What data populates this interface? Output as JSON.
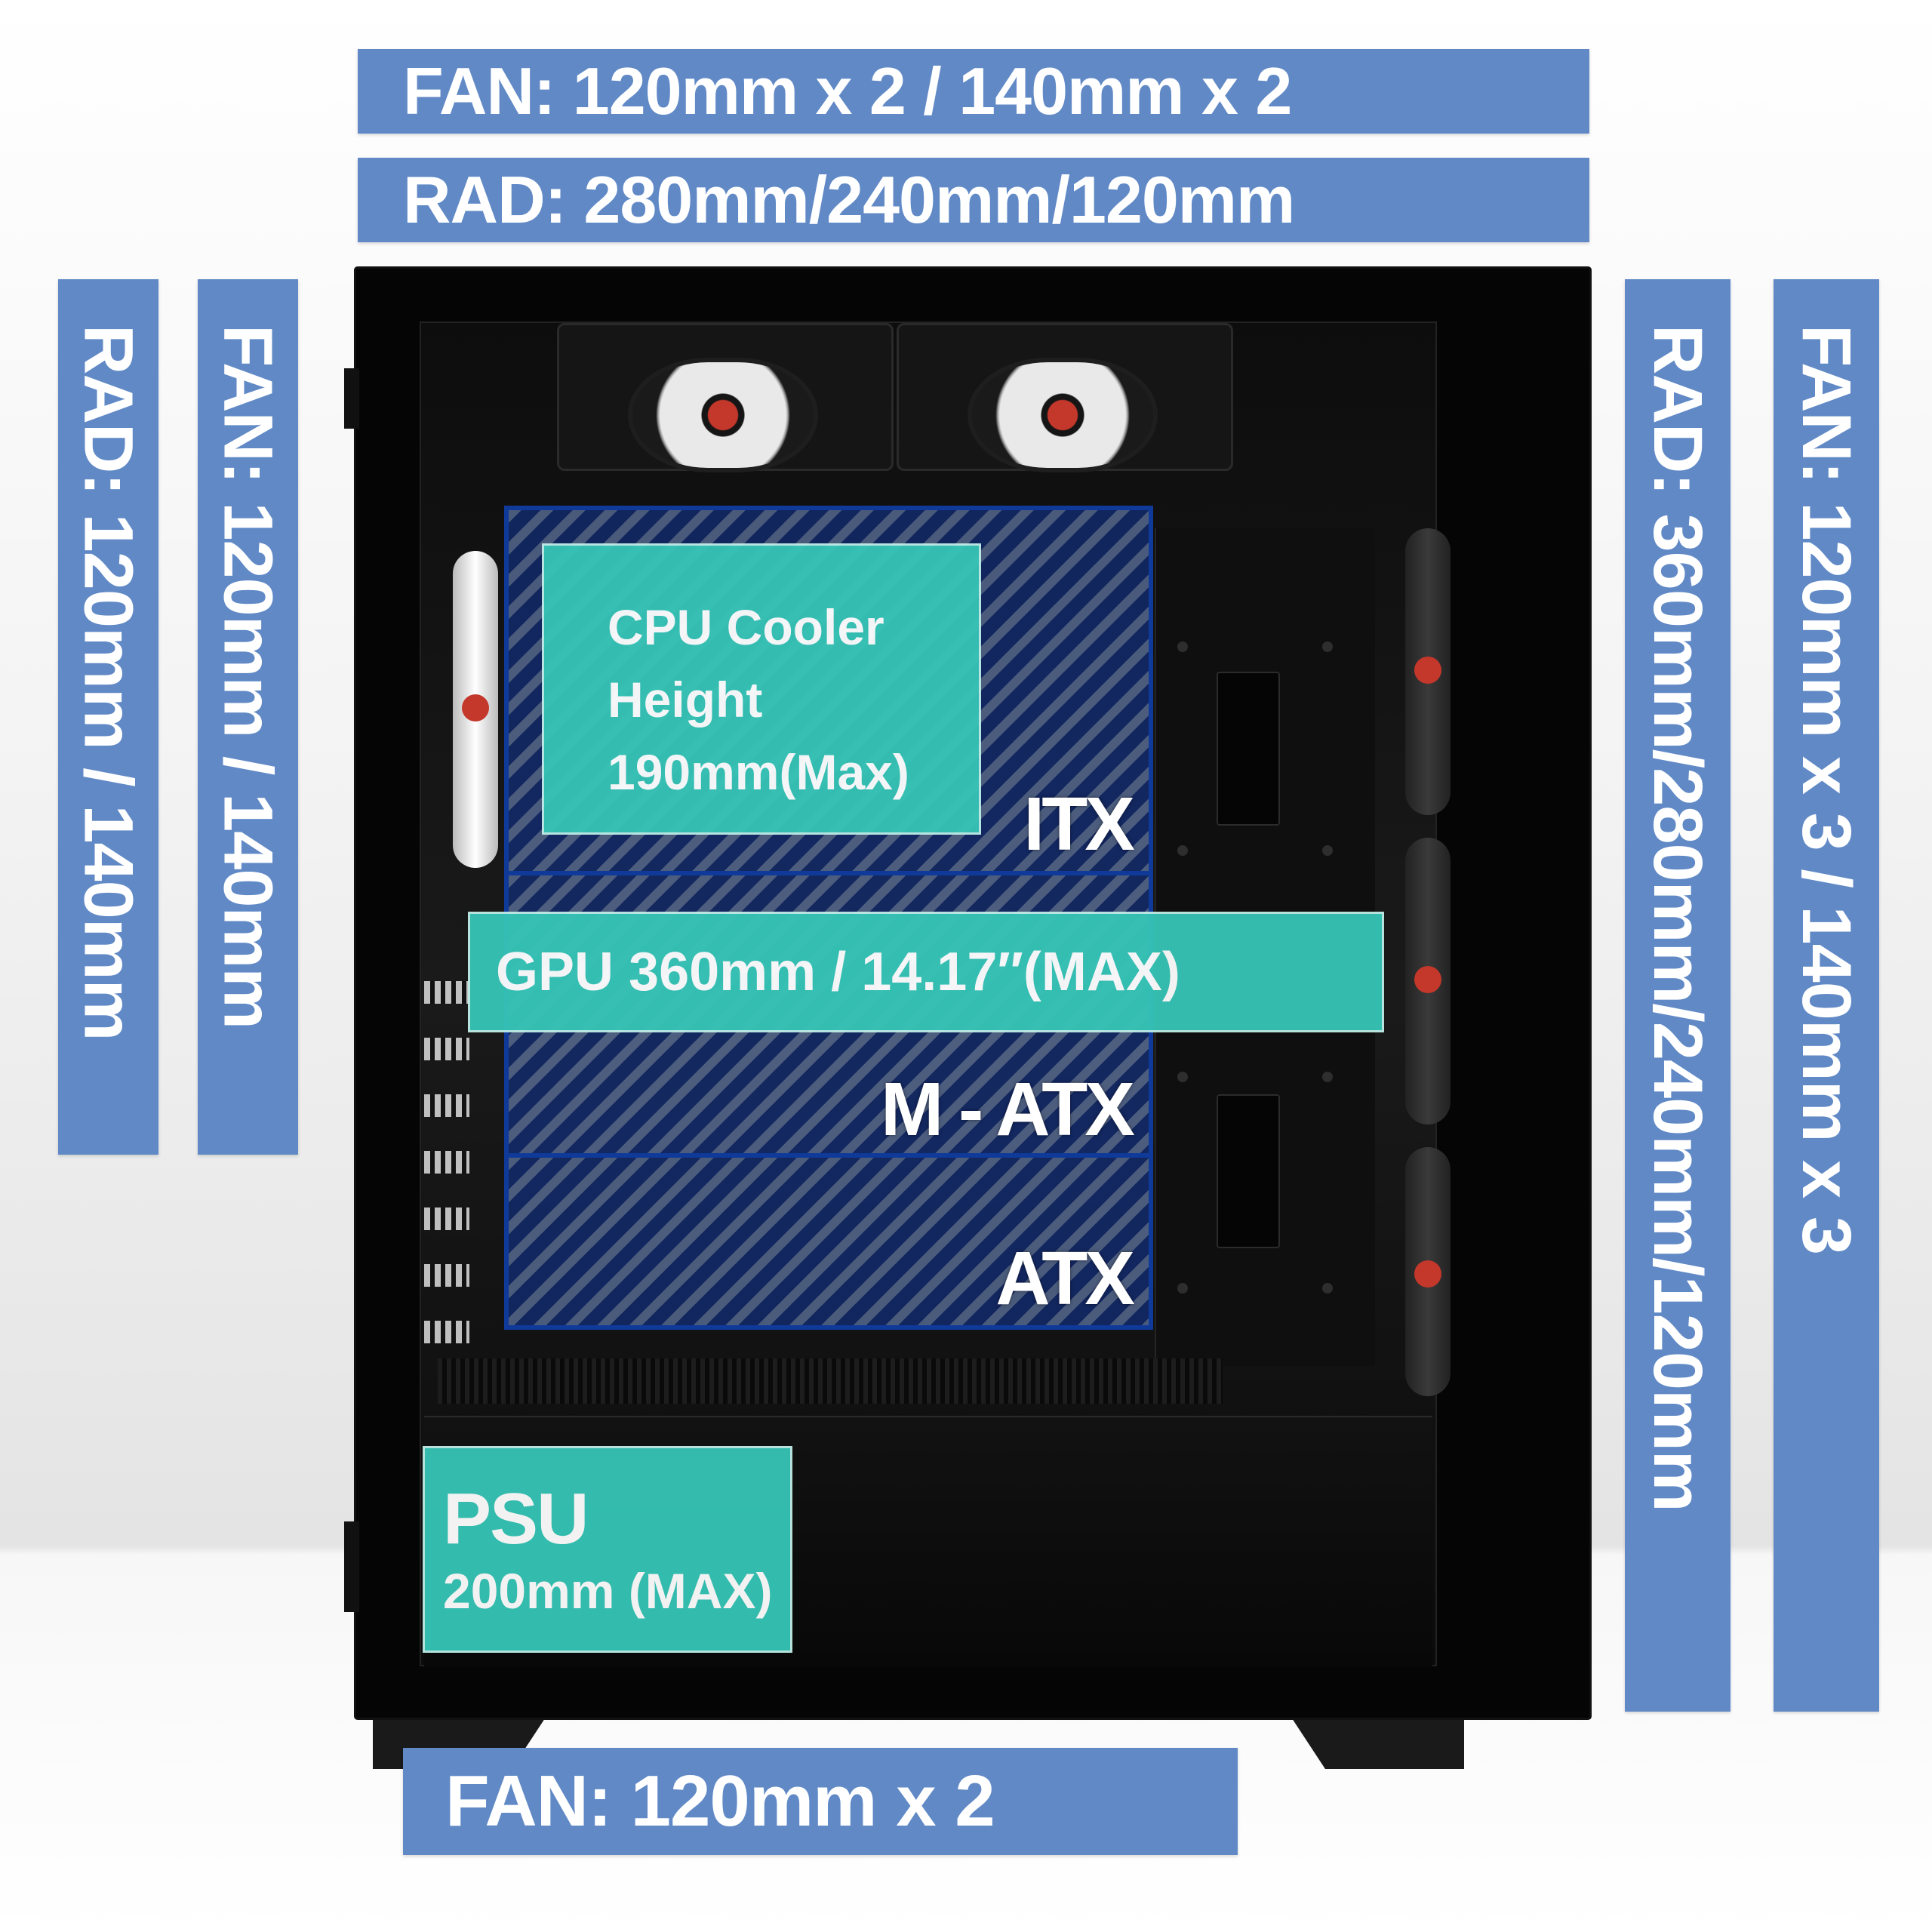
{
  "top_fan": "FAN: 120mm x 2  /  140mm x 2",
  "top_rad": "RAD: 280mm/240mm/120mm",
  "rear_rad": "RAD: 120mm  /  140mm",
  "rear_fan": "FAN: 120mm  /  140mm",
  "front_rad": "RAD: 360mm/280mm/240mm/120mm",
  "front_fan": "FAN: 120mm x 3  /  140mm x 3",
  "bottom_fan": "FAN: 120mm x 2",
  "cpu_cooler": {
    "line1": "CPU Cooler",
    "line2": "Height",
    "line3": "190mm(Max)"
  },
  "gpu": "GPU 360mm / 14.17″(MAX)",
  "boards": {
    "itx": "ITX",
    "matx": "M - ATX",
    "atx": "ATX"
  },
  "psu": {
    "title": "PSU",
    "size": "200mm (MAX)"
  },
  "colors": {
    "label_blue": "#6089c6",
    "zone_border": "#0f3a9a",
    "teal": "#36c5b6"
  }
}
